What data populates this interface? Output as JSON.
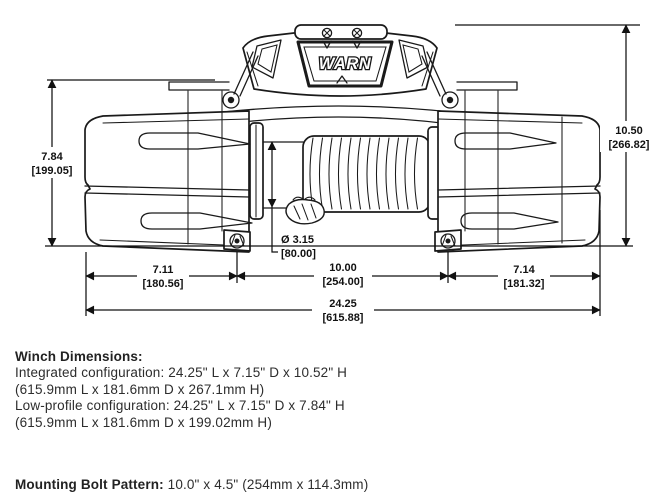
{
  "diagram": {
    "brand": "WARN",
    "dims": {
      "left_height_in": "7.84",
      "left_height_mm": "[199.05]",
      "right_height_in": "10.50",
      "right_height_mm": "[266.82]",
      "drum_dia_in": "Ø 3.15",
      "drum_dia_mm": "[80.00]",
      "left_width_in": "7.11",
      "left_width_mm": "[180.56]",
      "center_width_in": "10.00",
      "center_width_mm": "[254.00]",
      "right_width_in": "7.14",
      "right_width_mm": "[181.32]",
      "overall_width_in": "24.25",
      "overall_width_mm": "[615.88]"
    }
  },
  "specs": {
    "heading": "Winch Dimensions:",
    "line1": "Integrated configuration: 24.25\" L x 7.15\" D x 10.52\" H",
    "line2": "(615.9mm L x 181.6mm D x 267.1mm H)",
    "line3": "Low-profile configuration: 24.25\" L x 7.15\" D x 7.84\" H",
    "line4": "(615.9mm L x 181.6mm D x 199.02mm H)",
    "mount_label": "Mounting Bolt Pattern:",
    "mount_value": " 10.0\" x 4.5\" (254mm x 114.3mm)"
  }
}
